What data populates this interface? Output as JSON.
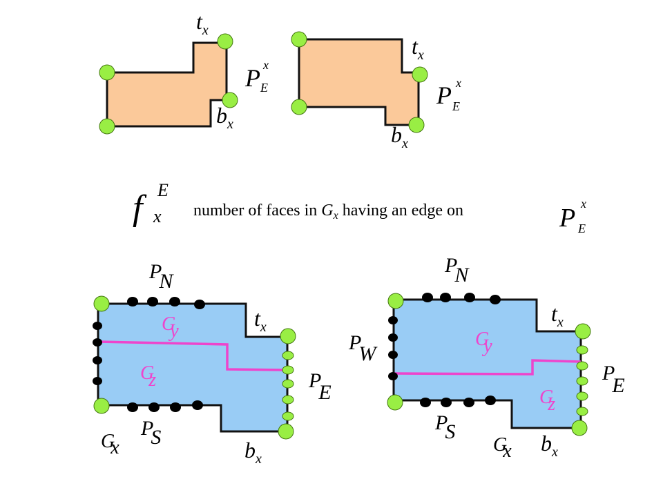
{
  "colors": {
    "orange_fill": "#fbc99a",
    "blue_fill": "#99ccf5",
    "green_node": "#99ee44",
    "magenta": "#ee44cc",
    "outline": "#111111"
  },
  "top_left": {
    "t": "t",
    "t_sub": "x",
    "b": "b",
    "b_sub": "x",
    "P": "P",
    "P_sub": "E",
    "P_sup": "x"
  },
  "top_right": {
    "t": "t",
    "t_sub": "x",
    "b": "b",
    "b_sub": "x",
    "P": "P",
    "P_sub": "E",
    "P_sup": "x"
  },
  "definition": {
    "f": "f",
    "f_sub": "x",
    "f_sup": "E",
    "text_1": "number of faces in ",
    "G": "G",
    "G_sub": "x",
    "text_2": " having an edge on ",
    "P": "P",
    "P_sub": "E",
    "P_sup": "x"
  },
  "bottom_left": {
    "PN": "P",
    "PN_sub": "N",
    "t": "t",
    "t_sub": "x",
    "Gy": "G",
    "Gy_sub": "y",
    "Gz": "G",
    "Gz_sub": "z",
    "PE": "P",
    "PE_sub": "E",
    "PS": "P",
    "PS_sub": "S",
    "Gx": "G",
    "Gx_sub": "x",
    "b": "b",
    "b_sub": "x"
  },
  "bottom_right": {
    "PN": "P",
    "PN_sub": "N",
    "t": "t",
    "t_sub": "x",
    "PW": "P",
    "PW_sub": "W",
    "Gy": "G",
    "Gy_sub": "y",
    "PE": "P",
    "PE_sub": "E",
    "Gz": "G",
    "Gz_sub": "z",
    "PS": "P",
    "PS_sub": "S",
    "Gx": "G",
    "Gx_sub": "x",
    "b": "b",
    "b_sub": "x"
  }
}
